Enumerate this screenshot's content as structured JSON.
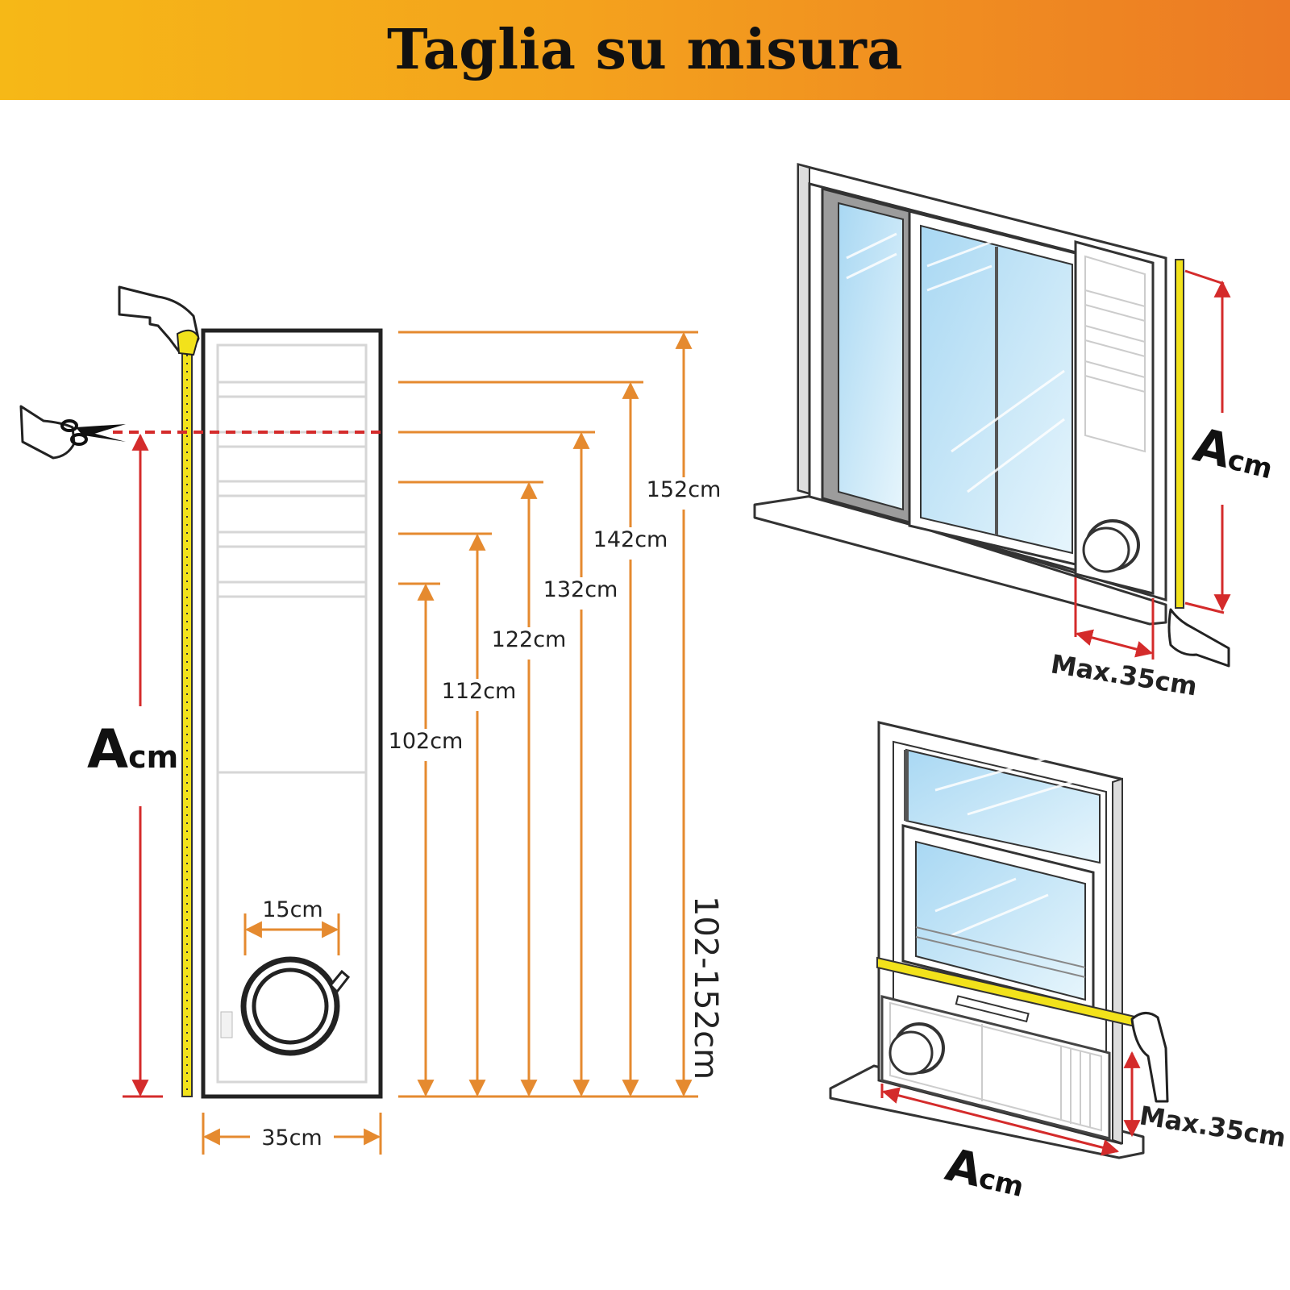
{
  "header": {
    "title": "Taglia su misura"
  },
  "panel": {
    "width_label": "35cm",
    "hole_label": "15cm",
    "range_label": "102-152cm",
    "height_labels": [
      "152cm",
      "142cm",
      "132cm",
      "122cm",
      "112cm",
      "102cm"
    ]
  },
  "measure": {
    "a_letter": "A",
    "a_unit": "cm"
  },
  "sliding_window": {
    "max_label": "Max.35cm"
  },
  "sash_window": {
    "max_label": "Max.35cm"
  },
  "colors": {
    "orange": "#e58a2f",
    "red": "#d42b2b",
    "tape_yellow": "#f2e21b",
    "glass": "#bfe3f6"
  }
}
